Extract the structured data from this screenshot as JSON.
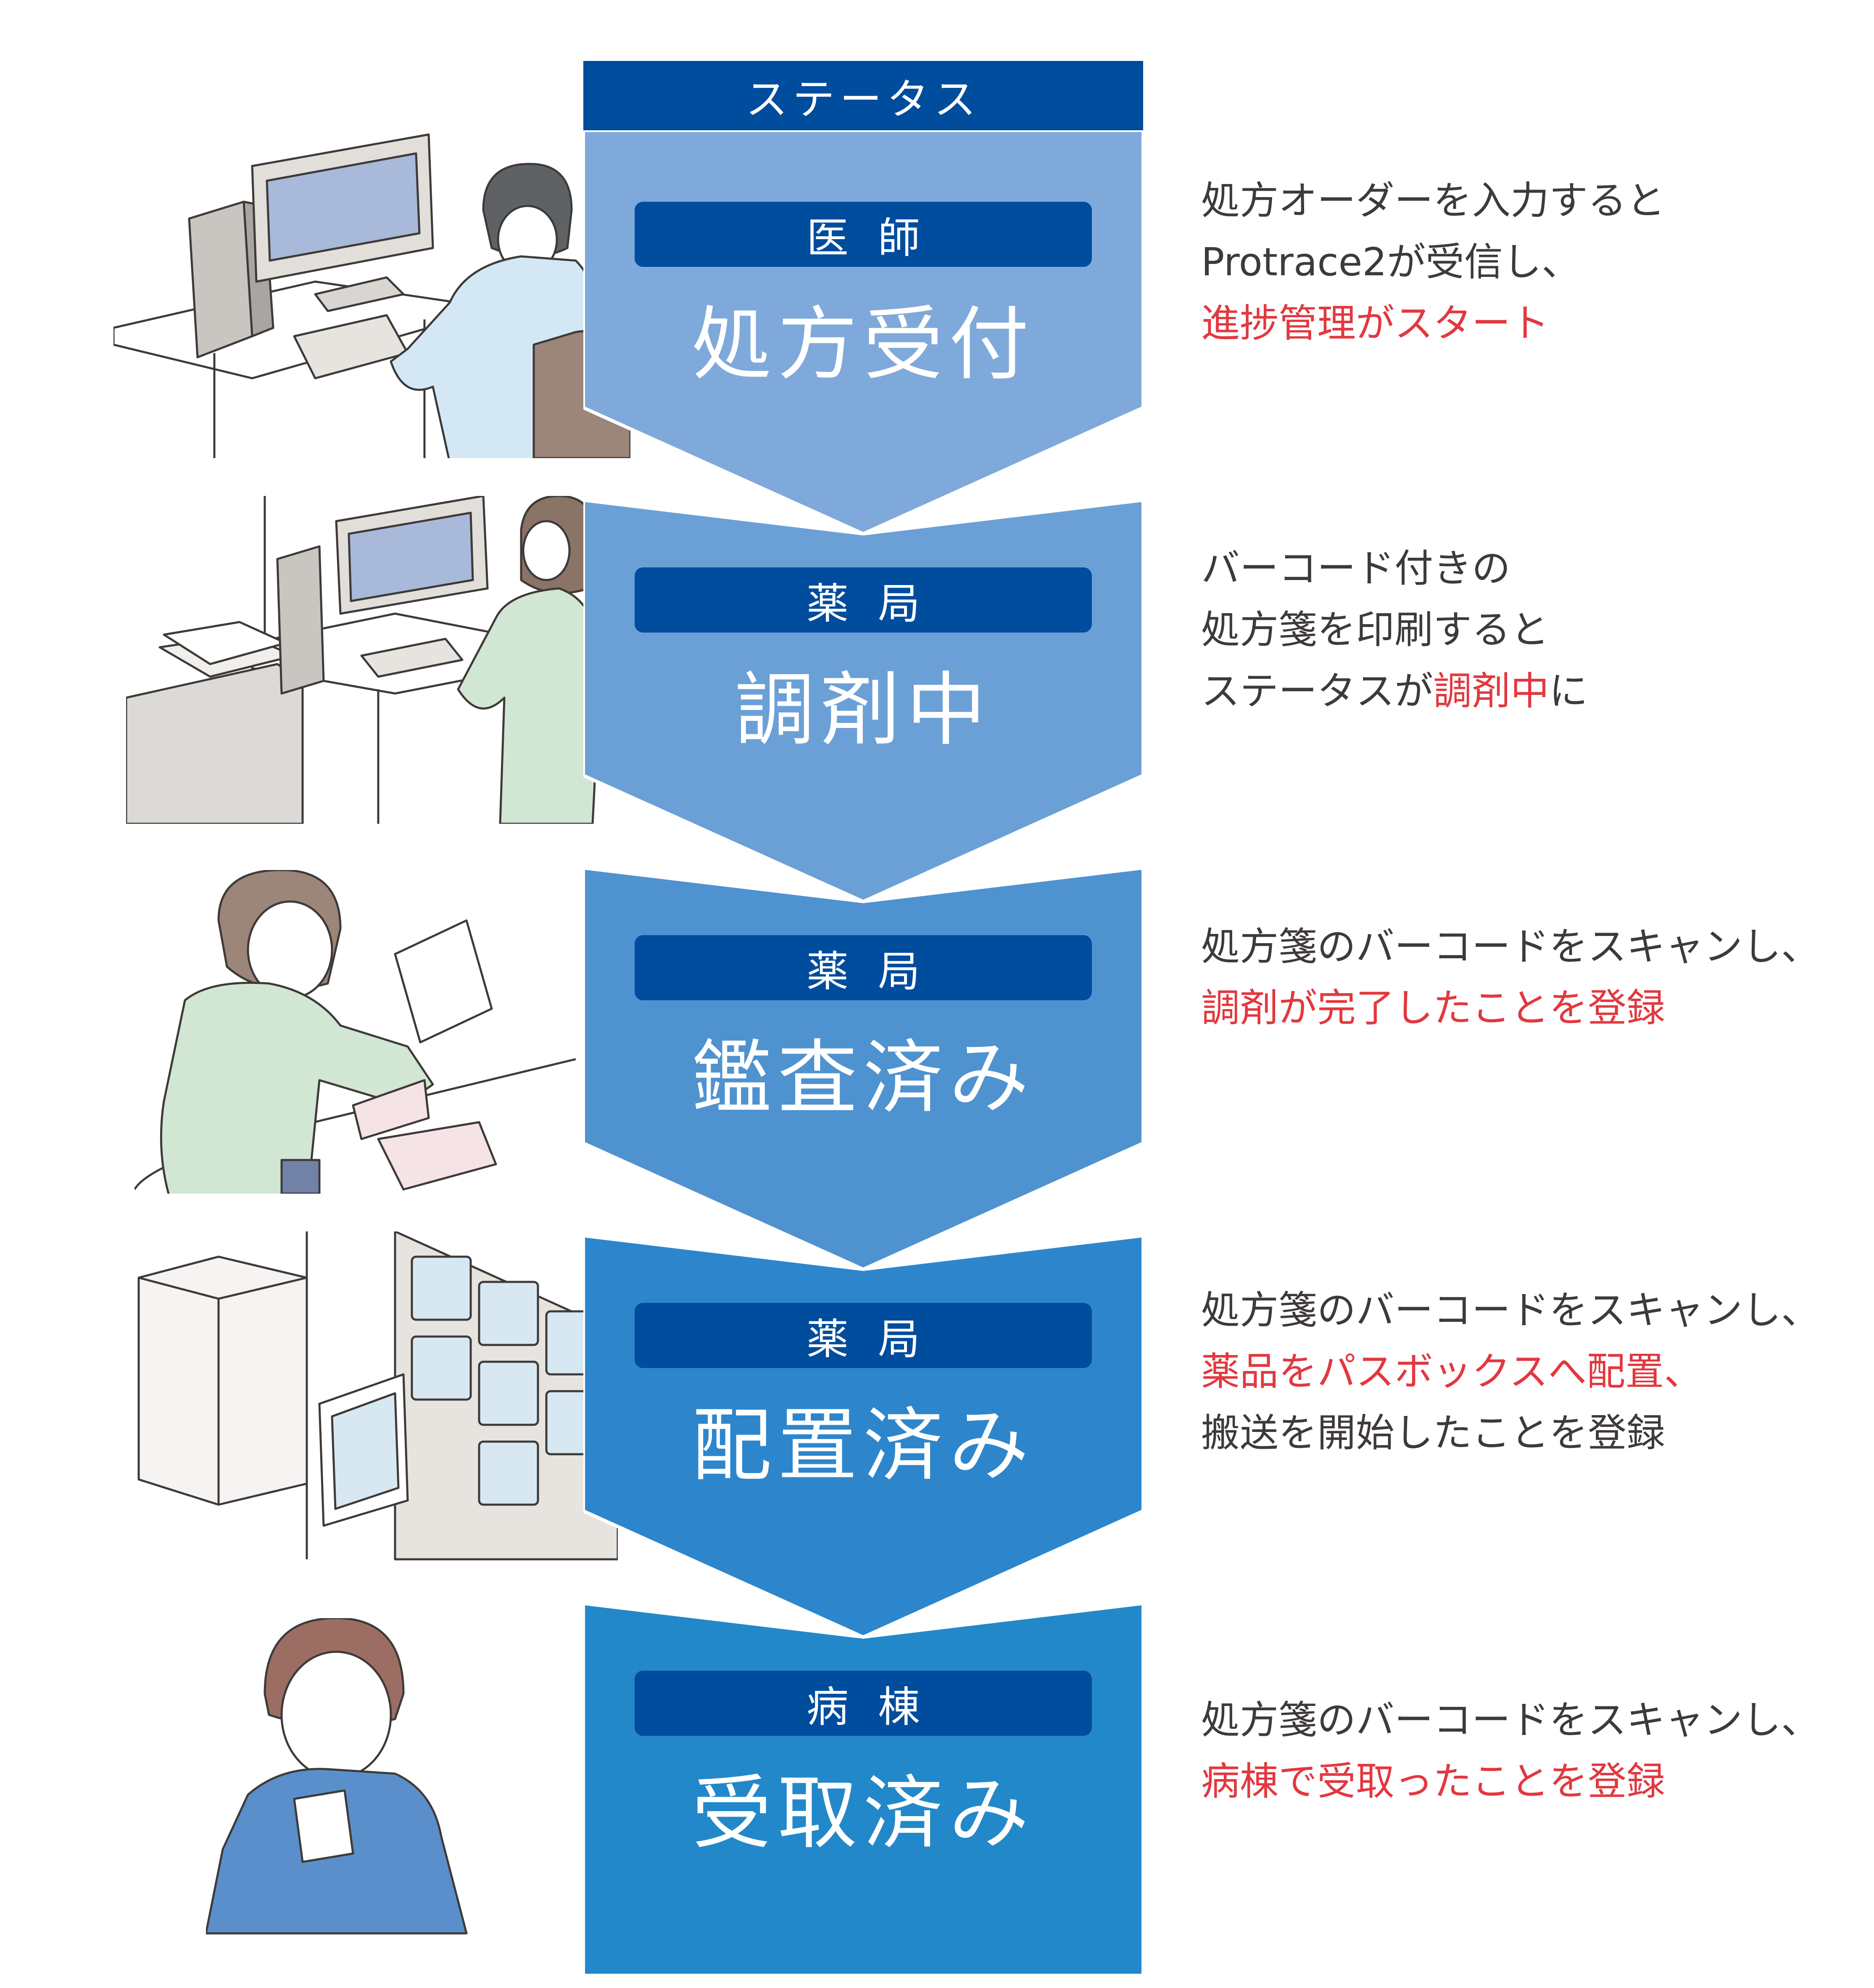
{
  "header": {
    "title": "ステータス"
  },
  "steps": [
    {
      "role": "医師",
      "status": "処方受付",
      "color": "#7fa9da",
      "desc": [
        [
          {
            "t": "処方オーダーを入力すると",
            "h": false
          }
        ],
        [
          {
            "t": "Protrace2が受信し、",
            "h": false
          }
        ],
        [
          {
            "t": "進捗管理がスタート",
            "h": true
          }
        ]
      ]
    },
    {
      "role": "薬局",
      "status": "調剤中",
      "color": "#6ba0d6",
      "desc": [
        [
          {
            "t": "バーコード付きの",
            "h": false
          }
        ],
        [
          {
            "t": "処方箋を印刷すると",
            "h": false
          }
        ],
        [
          {
            "t": "ステータスが",
            "h": false
          },
          {
            "t": "調剤中",
            "h": true
          },
          {
            "t": "に",
            "h": false
          }
        ]
      ]
    },
    {
      "role": "薬局",
      "status": "鑑査済み",
      "color": "#4f92d0",
      "desc": [
        [
          {
            "t": "処方箋のバーコードをスキャンし、",
            "h": false
          }
        ],
        [
          {
            "t": "調剤が完了したことを登録",
            "h": true
          }
        ]
      ]
    },
    {
      "role": "薬局",
      "status": "配置済み",
      "color": "#2d86cc",
      "desc": [
        [
          {
            "t": "処方箋のバーコードをスキャンし、",
            "h": false
          }
        ],
        [
          {
            "t": "薬品をパスボックスへ配置、",
            "h": true
          }
        ],
        [
          {
            "t": "搬送を開始したことを登録",
            "h": false
          }
        ]
      ]
    },
    {
      "role": "病棟",
      "status": "受取済み",
      "color": "#2288c9",
      "desc": [
        [
          {
            "t": "処方箋のバーコードをスキャンし、",
            "h": false
          }
        ],
        [
          {
            "t": "病棟で受取ったことを登録",
            "h": true
          }
        ]
      ]
    }
  ],
  "colors": {
    "header": "#004c9d",
    "role_pill": "#004c9d",
    "highlight": "#e2383f",
    "text": "#3e3a39"
  },
  "illustrations": [
    "doctor-at-computer-illustration",
    "pharmacist-printing-illustration",
    "pharmacist-scanning-illustration",
    "pass-box-illustration",
    "nurse-with-prescription-illustration"
  ]
}
